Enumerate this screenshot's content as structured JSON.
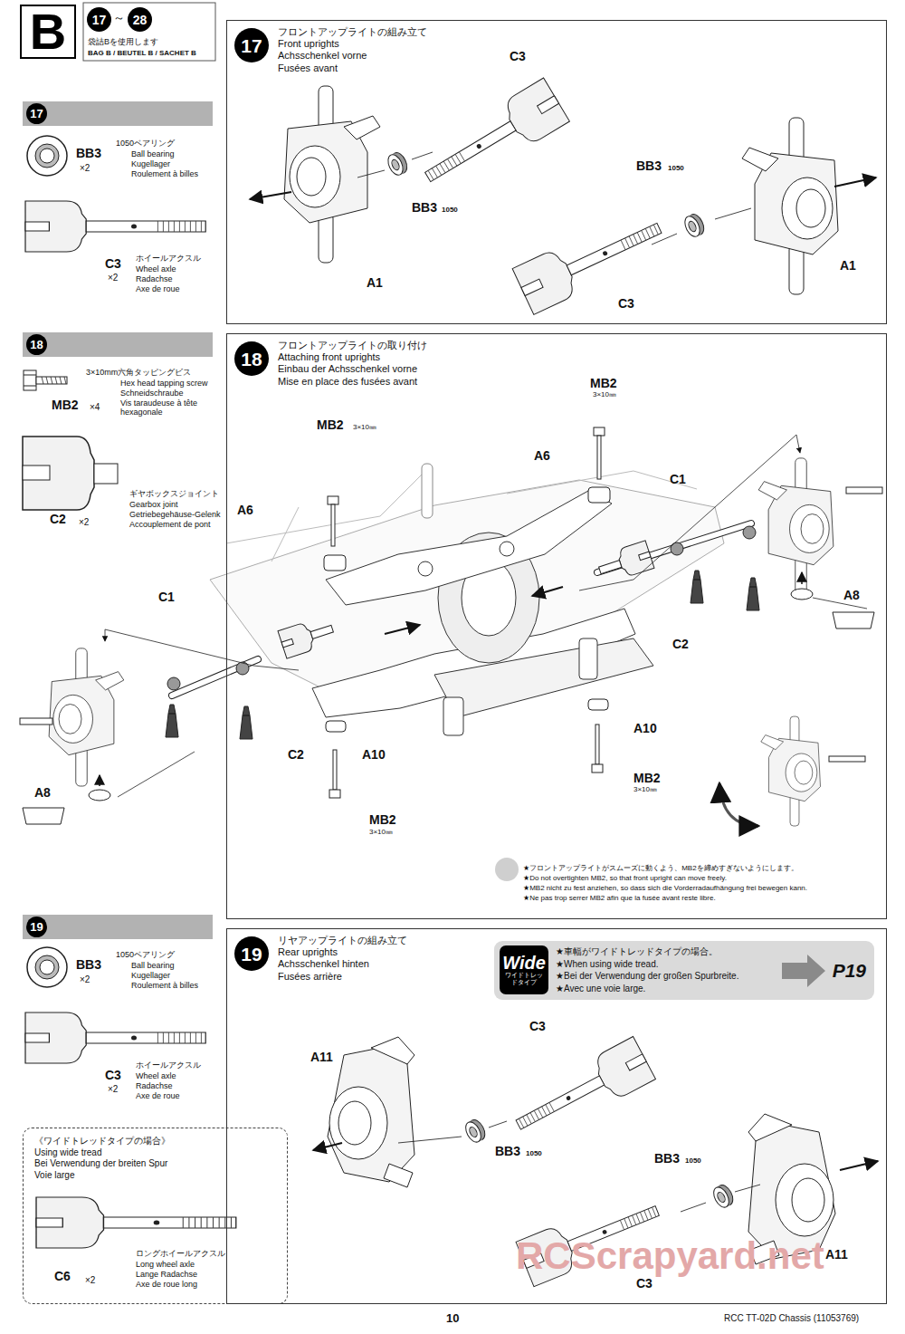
{
  "diagram": {
    "nodes": [
      {
        "text": [
          "B"
        ]
      },
      {
        "text": [
          "17"
        ]
      },
      {
        "text": [
          "28"
        ]
      },
      {
        "text": [
          "17"
        ]
      },
      {
        "text": [
          "18"
        ]
      },
      {
        "text": [
          "19"
        ]
      },
      {
        "text": [
          "《ワイドトレッドタイプの場合》",
          "Using wide tread",
          "Bei Verwendung der breiten Spur",
          "Voie large"
        ]
      },
      {
        "text": [
          "フロントアップライトの組み立て",
          "Front uprights",
          "Achsschenkel vorne",
          "Fusées avant"
        ]
      },
      {
        "text": [
          "17"
        ],
        "in": 7
      },
      {
        "text": [
          "フロントアップライトの取り付け",
          "Attaching front uprights",
          "Einbau der Achsschenkel vorne",
          "Mise en place des fusées avant"
        ]
      },
      {
        "text": [
          "18"
        ],
        "in": 9
      },
      {
        "text": [
          "リヤアップライトの組み立て",
          "Rear uprights",
          "Achsschenkel hinten",
          "Fusées arrière"
        ]
      },
      {
        "text": [
          "19"
        ],
        "in": 11
      },
      {
        "text": [
          "★車幅がワイドトレッドタイプの場合。",
          "★When using wide tread.",
          "★Bei der Verwendung der großen Spurbreite.",
          "★Avec une voie large."
        ],
        "in": 11
      },
      {
        "text": [
          "Wide",
          "ワイドトレッドタイプ"
        ],
        "in": 13
      },
      {
        "text": [
          "P19"
        ],
        "in": 13
      }
    ],
    "labels": [
      "～",
      "袋詰Bを使用します",
      "BAG B / BEUTEL B / SACHET B",
      "BB3",
      "×2",
      "1050ベアリング",
      "Ball bearing",
      "Kugellager",
      "Roulement à billes",
      "C3",
      "×2",
      "ホイールアクスル",
      "Wheel axle",
      "Radachse",
      "Axe de roue",
      "3×10mm六角タッピングビス",
      "Hex head tapping screw",
      "Schneidschraube",
      "Vis taraudeuse à tête hexagonale",
      "MB2",
      "×4",
      "ギヤボックスジョイント",
      "Gearbox joint",
      "Getriebegehäuse-Gelenk",
      "Accouplement de pont",
      "C2",
      "×2",
      "BB3",
      "×2",
      "1050ベアリング",
      "Ball bearing",
      "Kugellager",
      "Roulement à billes",
      "C3",
      "×2",
      "ホイールアクスル",
      "Wheel axle",
      "Radachse",
      "Axe de roue",
      "ロングホイールアクスル",
      "Long wheel axle",
      "Lange Radachse",
      "Axe de roue long",
      "C6",
      "×2",
      "C3",
      "BB3",
      "1050",
      "A1",
      "BB3",
      "1050",
      "A1",
      "C3",
      "MB2",
      "3×10㎜",
      "MB2",
      "3×10㎜",
      "A6",
      "A6",
      "C1",
      "C1",
      "A8",
      "A8",
      "C2",
      "C2",
      "A10",
      "A10",
      "MB2",
      "3×10㎜",
      "MB2",
      "3×10㎜",
      "★フロントアップライトがスムーズに動くよう、MB2を締めすぎないようにします。",
      "★Do not overtighten MB2, so that front upright can move freely.",
      "★MB2 nicht zu fest anziehen, so dass sich die Vorderradaufhängung frei bewegen kann.",
      "★Ne pas trop serrer MB2 afin que la fusée avant reste libre.",
      "C3",
      "A11",
      "BB3",
      "1050",
      "BB3",
      "1050",
      "A11",
      "C3",
      "10",
      "RCC TT-02D Chassis (11053769)",
      "RCScrapyard.net"
    ]
  }
}
